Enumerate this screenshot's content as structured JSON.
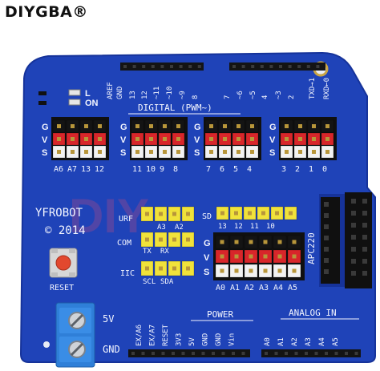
{
  "brand": "DIYGBA®",
  "board": {
    "name": "YFROBOT",
    "year": "© 2014",
    "reset_label": "RESET",
    "digital_label": "DIGITAL (PWM~)",
    "led_labels": [
      "L",
      "ON"
    ],
    "top_pin_labels": [
      "AREF",
      "GND",
      "13",
      "12",
      "~11",
      "~10",
      "~9",
      "8",
      "7",
      "~6",
      "~5",
      "4",
      "~3",
      "2",
      "TXD→1",
      "RXD←0"
    ],
    "gvs_labels": [
      "G",
      "V",
      "S"
    ],
    "digital_groups": [
      [
        "A6",
        "A7",
        "13",
        "12"
      ],
      [
        "11",
        "10",
        "9",
        "8"
      ],
      [
        "7",
        "6",
        "5",
        "4"
      ],
      [
        "3",
        "2",
        "1",
        "0"
      ]
    ],
    "urf_label": "URF",
    "urf_pins": [
      "A3",
      "A2"
    ],
    "com_label": "COM",
    "com_pins": [
      "TX",
      "RX"
    ],
    "iic_label": "IIC",
    "iic_pins": [
      "SCL",
      "SDA"
    ],
    "sd_label": "SD",
    "sd_pins": [
      "13",
      "12",
      "11",
      "10"
    ],
    "analog_group": [
      "A0",
      "A1",
      "A2",
      "A3",
      "A4",
      "A5"
    ],
    "apc_label": "APC220",
    "power_label": "POWER",
    "analog_in_label": "ANALOG IN",
    "bottom_left_labels": [
      "EX/A6",
      "EX/A7",
      "RESET",
      "3V3",
      "5V",
      "GND",
      "GND",
      "Vin"
    ],
    "bottom_right_labels": [
      "A0",
      "A1",
      "A2",
      "A3",
      "A4",
      "A5"
    ],
    "terminal_labels": [
      "5V",
      "GND"
    ],
    "watermark": "DIY"
  },
  "colors": {
    "pcb": "#1f43b8",
    "pcb_edge": "#16339a",
    "header_black": "#141414",
    "pin_red": "#d8262a",
    "pin_white": "#f2f2f2",
    "pin_yellow": "#f0e23a",
    "terminal_blue": "#2f7fd8",
    "reset_red": "#e2482e"
  }
}
